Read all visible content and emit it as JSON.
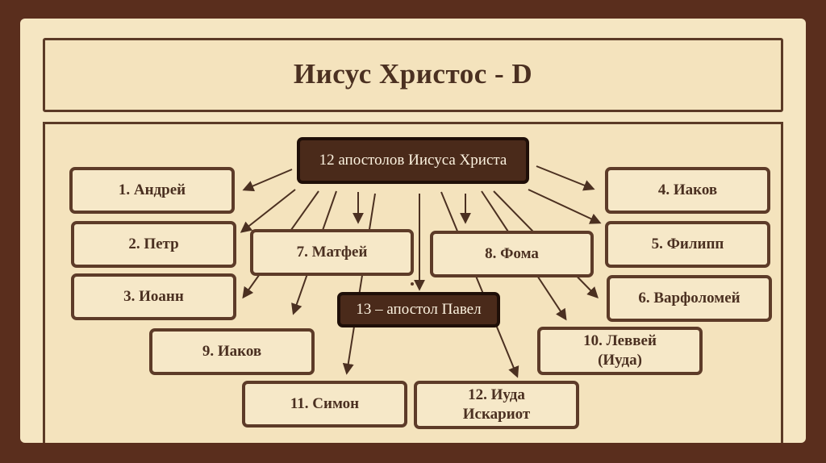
{
  "title": "Иисус Христос - D",
  "center": "12 апостолов Иисуса Христа",
  "apostles": {
    "a1": "1. Андрей",
    "a2": "2. Петр",
    "a3": "3. Иоанн",
    "a4": "4. Иаков",
    "a5": "5. Филипп",
    "a6": "6. Варфоломей",
    "a7": "7. Матфей",
    "a8": "8. Фома",
    "a9": "9. Иаков",
    "a10": "10. Леввей (Иуда)",
    "a11": "11. Симон",
    "a12": "12. Иуда Искариот",
    "a13": "13 – апостол Павел"
  },
  "colors": {
    "background": "#5a2e1d",
    "slide": "#f5e6c2",
    "border": "#5d3b28",
    "text": "#4b3021",
    "center_box": "#4a2a1a"
  }
}
